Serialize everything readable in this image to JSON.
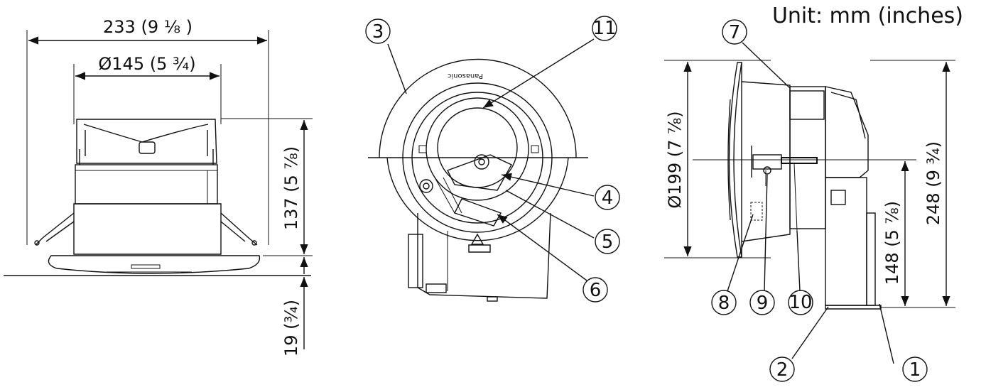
{
  "unit_label": "Unit: mm (inches)",
  "dimensions": {
    "front_width": "233 (9 ⅛ )",
    "front_inner_diameter": "Ø145 (5 ¾)",
    "front_height": "137 (5 ⅞)",
    "front_flange": "19 (¾)",
    "side_diameter": "Ø199 (7 ⅞)",
    "side_total": "248 (9 ¾)",
    "side_lower": "148 (5 ⅞)"
  },
  "callouts": [
    "1",
    "2",
    "3",
    "4",
    "5",
    "6",
    "7",
    "8",
    "9",
    "10",
    "11"
  ],
  "device_marking": "Panasonic"
}
